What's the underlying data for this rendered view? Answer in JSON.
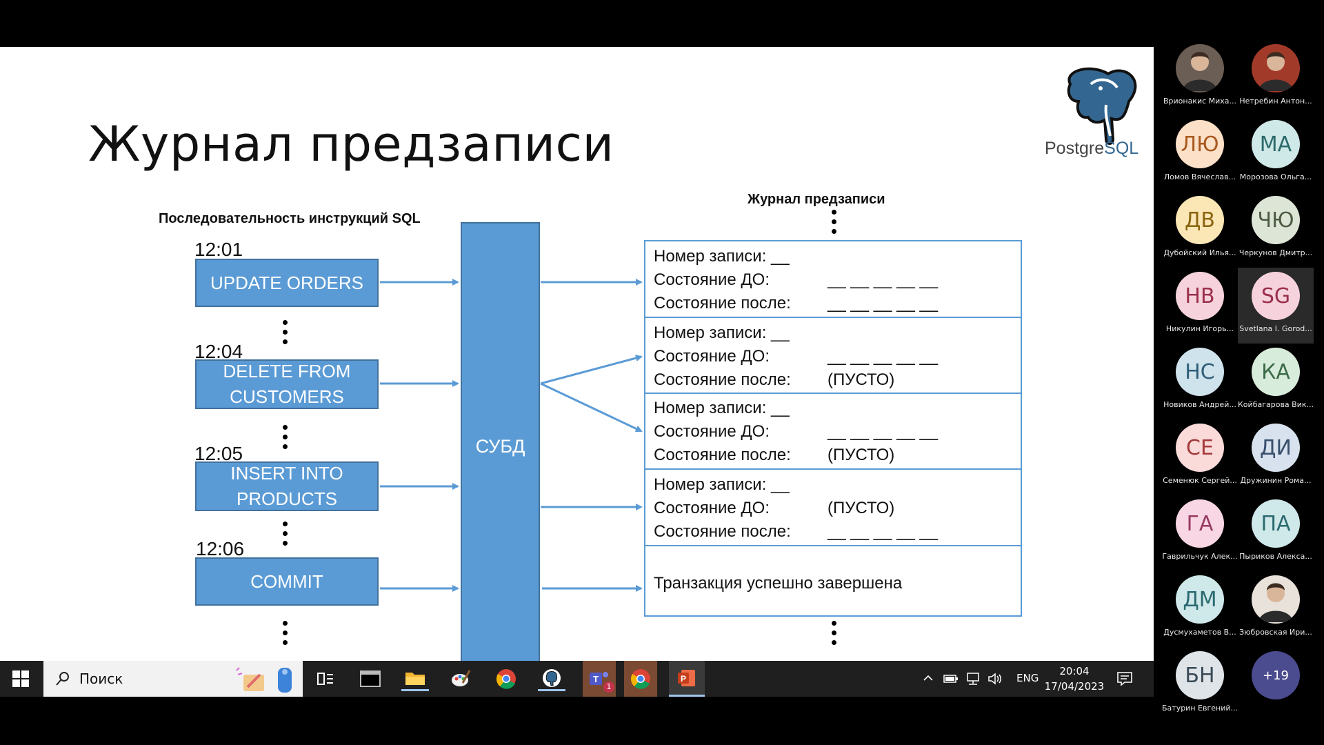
{
  "slide": {
    "title": "Журнал предзаписи",
    "logo_text": {
      "main": "Postgre",
      "accent": "SQL"
    },
    "sql_header": "Последовательность инструкций SQL",
    "log_header": "Журнал предзаписи",
    "dbms_label": "СУБД",
    "instructions": [
      {
        "time": "12:01",
        "label": "UPDATE ORDERS"
      },
      {
        "time": "12:04",
        "label": "DELETE FROM CUSTOMERS"
      },
      {
        "time": "12:05",
        "label": "INSERT INTO PRODUCTS"
      },
      {
        "time": "12:06",
        "label": "COMMIT"
      }
    ],
    "log_entries": [
      {
        "number": "Номер записи: __",
        "before_label": "Состояние ДО:",
        "before_value": "__ __ __ __ __",
        "after_label": "Состояние после:",
        "after_value": "__ __ __ __ __"
      },
      {
        "number": "Номер записи: __",
        "before_label": "Состояние ДО:",
        "before_value": "__ __ __ __ __",
        "after_label": "Состояние после:",
        "after_value": "(ПУСТО)"
      },
      {
        "number": "Номер записи: __",
        "before_label": "Состояние ДО:",
        "before_value": "__ __ __ __ __",
        "after_label": "Состояние после:",
        "after_value": "(ПУСТО)"
      },
      {
        "number": "Номер записи: __",
        "before_label": "Состояние ДО:",
        "before_value": "(ПУСТО)",
        "after_label": "Состояние после:",
        "after_value": "__ __ __ __ __"
      }
    ],
    "final_entry": "Транзакция успешно завершена"
  },
  "participants": [
    {
      "name": "Врионакис Миха...",
      "initials": "",
      "photo": true,
      "bg": "#6b5e55",
      "fg": "#fff"
    },
    {
      "name": "Нетребин Антон...",
      "initials": "",
      "photo": true,
      "bg": "#a23a2a",
      "fg": "#fff"
    },
    {
      "name": "Ломов Вячеслав...",
      "initials": "ЛЮ",
      "bg": "#fde0c8",
      "fg": "#a7591e"
    },
    {
      "name": "Морозова Ольга...",
      "initials": "МА",
      "bg": "#cfe8e8",
      "fg": "#2b6a6a"
    },
    {
      "name": "Дубойский Илья...",
      "initials": "ДВ",
      "bg": "#fbe7b6",
      "fg": "#8a6410"
    },
    {
      "name": "Черкунов Дмитр...",
      "initials": "ЧЮ",
      "bg": "#dde6d6",
      "fg": "#4d5b43"
    },
    {
      "name": "Никулин Игорь...",
      "initials": "НВ",
      "bg": "#f6d3dc",
      "fg": "#9b2f4c"
    },
    {
      "name": "Svetlana I. Gorod...",
      "initials": "SG",
      "bg": "#f6d3dc",
      "fg": "#9b2f4c",
      "selected": true
    },
    {
      "name": "Новиков Андрей...",
      "initials": "НС",
      "bg": "#cfe3ec",
      "fg": "#2f5f78"
    },
    {
      "name": "Койбагарова Вик...",
      "initials": "КА",
      "bg": "#d8ecdc",
      "fg": "#3c6b47"
    },
    {
      "name": "Семенюк Сергей...",
      "initials": "СЕ",
      "bg": "#fbdada",
      "fg": "#a33a3a"
    },
    {
      "name": "Дружинин Рома...",
      "initials": "ДИ",
      "bg": "#d8e2ee",
      "fg": "#384f6d"
    },
    {
      "name": "Гаврильчук Алек...",
      "initials": "ГА",
      "bg": "#f8d6e3",
      "fg": "#973b62"
    },
    {
      "name": "Пыриков Алекса...",
      "initials": "ПА",
      "bg": "#cfe8ea",
      "fg": "#2b6a70"
    },
    {
      "name": "Дусмухаметов В...",
      "initials": "ДМ",
      "bg": "#cfe8ea",
      "fg": "#2b6a70"
    },
    {
      "name": "Зюбровская Ири...",
      "initials": "",
      "photo": true,
      "bg": "#e9e2da",
      "fg": "#333"
    },
    {
      "name": "Батурин Евгений...",
      "initials": "БН",
      "bg": "#dfe4e8",
      "fg": "#3a4a56"
    },
    {
      "name": "",
      "initials": "+19",
      "bg": "#4b4b8f",
      "fg": "#fff",
      "more": true
    }
  ],
  "taskbar": {
    "search_placeholder": "Поиск",
    "language": "ENG",
    "time": "20:04",
    "date": "17/04/2023",
    "teams_badge": "1"
  }
}
